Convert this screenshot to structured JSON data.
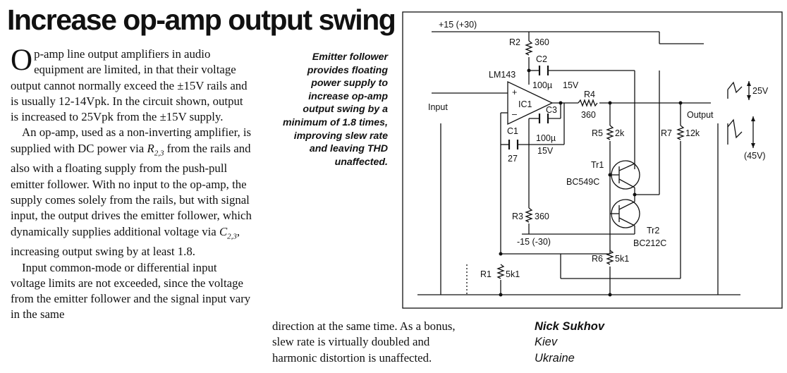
{
  "article": {
    "title": "Increase op-amp output swing",
    "dropcap": "O",
    "paragraphs": [
      {
        "parts": [
          {
            "t": "p-amp line output amplifiers in audio equipment are limited, in that their voltage output cannot normally exceed the ±15V rails and is usually 12-14Vpk. In the circuit shown, output is increased to 25Vpk from the ±15V supply."
          }
        ]
      },
      {
        "parts": [
          {
            "t": "An op-amp, used as a non-inverting amplifier, is supplied with DC power via "
          },
          {
            "t": "R",
            "style": "italic"
          },
          {
            "t": "2,3",
            "style": "sub"
          },
          {
            "t": " from the rails and also with a floating supply from the push-pull emitter follower. With no input to the op-amp, the supply comes solely from the rails, but with signal input, the output drives the emitter follower, which dynamically supplies additional voltage via "
          },
          {
            "t": "C",
            "style": "italic"
          },
          {
            "t": "2,3",
            "style": "sub"
          },
          {
            "t": ", increasing output swing by at least 1.8."
          }
        ]
      },
      {
        "parts": [
          {
            "t": "Input common-mode or differential input voltage limits are not exceeded, since the voltage from the emitter follower and the signal input vary in the same"
          }
        ]
      }
    ],
    "continuation_lines": [
      "direction at the same time. As a bonus,",
      "slew rate is virtually doubled and",
      "harmonic distortion is unaffected."
    ]
  },
  "caption": {
    "lines": [
      "Emitter follower",
      "provides floating",
      "power supply to",
      "increase op-amp",
      "output swing by a",
      "minimum of 1.8 times,",
      "improving slew rate",
      "and leaving THD",
      "unaffected."
    ]
  },
  "byline": {
    "name": "Nick Sukhov",
    "city": "Kiev",
    "country": "Ukraine"
  },
  "schematic": {
    "labels": {
      "vpos": "+15 (+30)",
      "vneg": "-15 (-30)",
      "input": "Input",
      "output": "Output",
      "ic_name": "LM143",
      "ic_ref": "IC1",
      "plus": "+",
      "minus": "–",
      "r2": "R2",
      "r2_val": "360",
      "c2": "C2",
      "c2_val": "100µ",
      "c2_v": "15V",
      "r4": "R4",
      "r4_val": "360",
      "c3": "C3",
      "c3_val": "100µ",
      "c3_v": "15V",
      "c1": "C1",
      "c1_val": "27",
      "r5": "R5",
      "r5_val": "2k",
      "r7": "R7",
      "r7_val": "12k",
      "tr1": "Tr1",
      "tr1_type": "BC549C",
      "tr2": "Tr2",
      "tr2_type": "BC212C",
      "r3": "R3",
      "r3_val": "360",
      "r6": "R6",
      "r6_val": "5k1",
      "r1": "R1",
      "r1_val": "5k1",
      "swing_25": "25V",
      "swing_45": "(45V)"
    }
  }
}
